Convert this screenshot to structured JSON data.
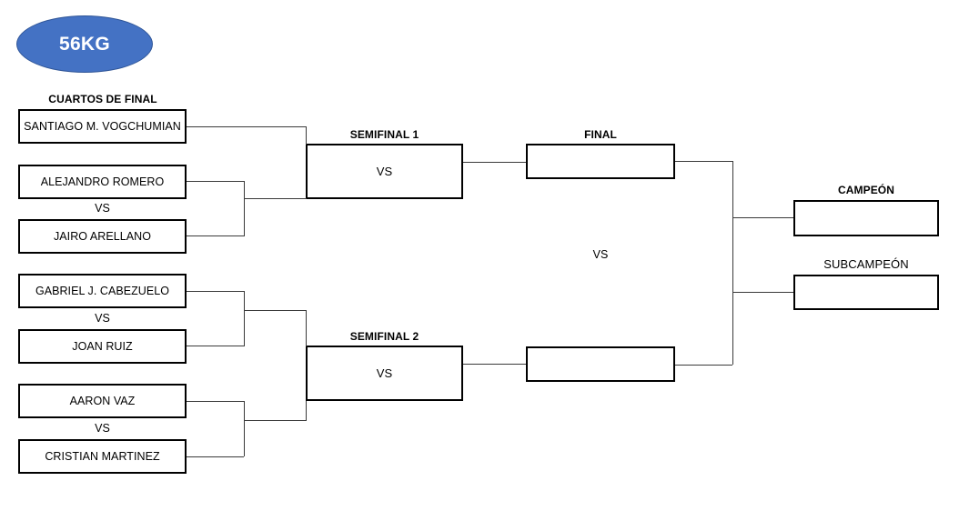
{
  "title": {
    "weight_class": "56KG"
  },
  "rounds": {
    "quarterfinals_label": "CUARTOS DE FINAL",
    "semifinal_1_label": "SEMIFINAL 1",
    "semifinal_2_label": "SEMIFINAL 2",
    "final_label": "FINAL",
    "champion_label": "CAMPEÓN",
    "runner_up_label": "SUBCAMPEÓN"
  },
  "vs_text": "VS",
  "quarterfinals": [
    {
      "name": "SANTIAGO M. VOGCHUMIAN"
    },
    {
      "name": "ALEJANDRO ROMERO"
    },
    {
      "name": "JAIRO ARELLANO"
    },
    {
      "name": "GABRIEL J. CABEZUELO"
    },
    {
      "name": "JOAN RUIZ"
    },
    {
      "name": "AARON VAZ"
    },
    {
      "name": "CRISTIAN MARTINEZ"
    }
  ],
  "vs_separators": [
    {
      "text": "VS"
    },
    {
      "text": "VS"
    },
    {
      "text": "VS"
    }
  ],
  "semifinals": [
    {
      "label": "SEMIFINAL 1",
      "content": "VS"
    },
    {
      "label": "SEMIFINAL 2",
      "content": "VS"
    }
  ],
  "finals": [
    {
      "content": ""
    },
    {
      "content": ""
    }
  ],
  "final_vs": "VS",
  "podium": [
    {
      "label": "CAMPEÓN",
      "content": ""
    },
    {
      "label": "SUBCAMPEÓN",
      "content": ""
    }
  ],
  "colors": {
    "ellipse_fill": "#4472C4",
    "ellipse_border": "#2F5597",
    "ellipse_text": "#FFFFFF",
    "box_border": "#000000",
    "line": "#3A3A3A",
    "background": "#FFFFFF"
  }
}
